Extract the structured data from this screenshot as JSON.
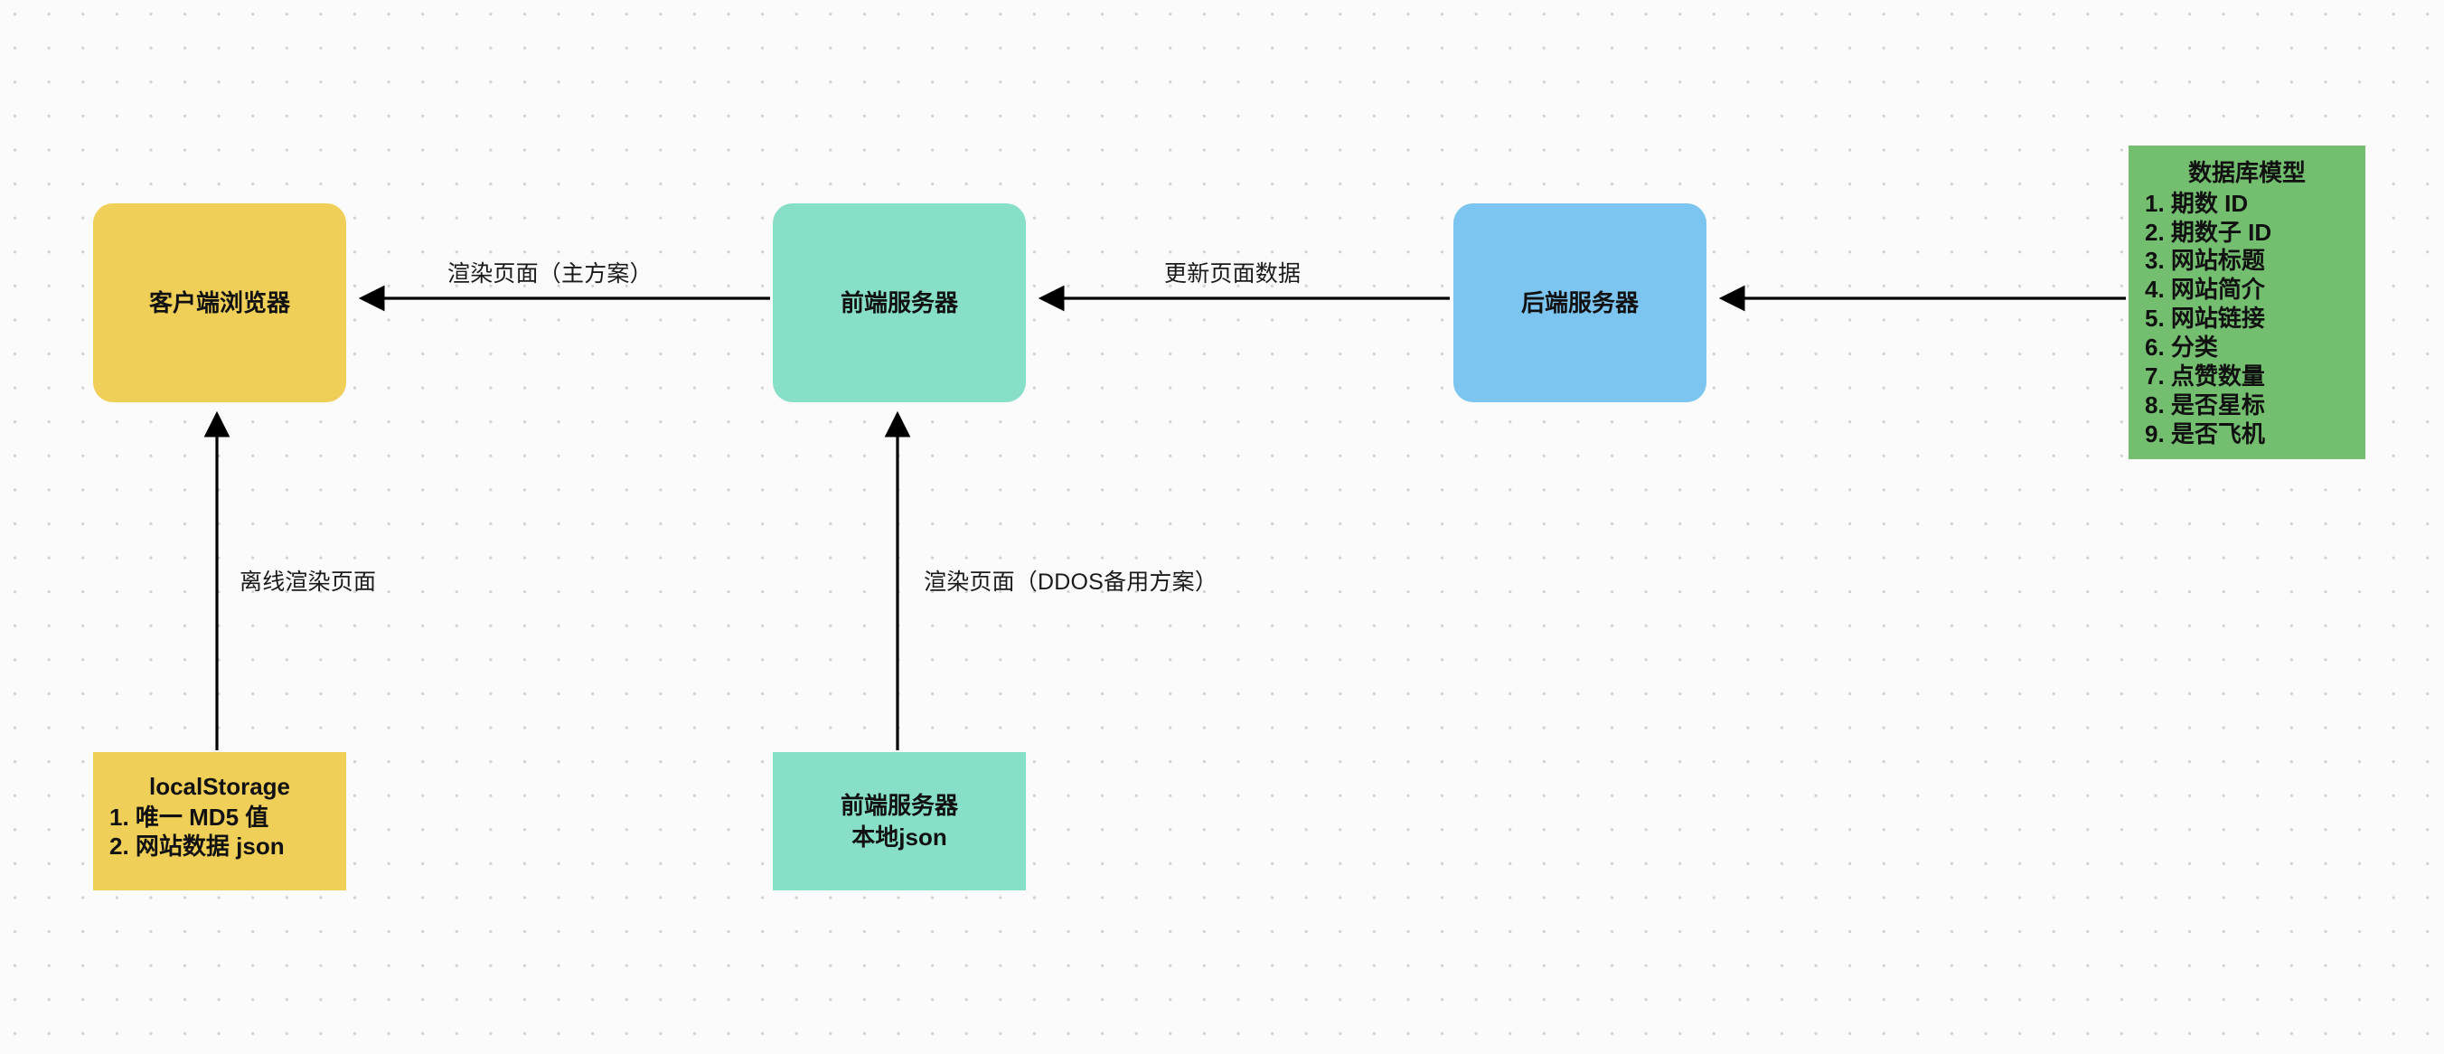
{
  "diagram": {
    "title_present": false,
    "colors": {
      "client": "#EFCF57",
      "frontend": "#87DFC8",
      "backend": "#7CC5F0",
      "database": "#74BF6F",
      "edge": "#000000",
      "canvas": "#fbfbfb",
      "dot_grid": "#d2d2d2"
    },
    "nodes": {
      "client_browser": {
        "label": "客户端浏览器"
      },
      "frontend_server": {
        "label": "前端服务器"
      },
      "backend_server": {
        "label": "后端服务器"
      },
      "local_storage": {
        "heading": "localStorage",
        "items": [
          "1. 唯一 MD5 值",
          "2. 网站数据 json"
        ]
      },
      "frontend_local_json": {
        "label": "前端服务器\n本地json"
      },
      "database_model": {
        "heading": "数据库模型",
        "items": [
          "1. 期数 ID",
          "2. 期数子 ID",
          "3. 网站标题",
          "4. 网站简介",
          "5. 网站链接",
          "6. 分类",
          "7. 点赞数量",
          "8. 是否星标",
          "9. 是否飞机"
        ]
      }
    },
    "edges": {
      "render_page_primary": {
        "label": "渲染页面（主方案）"
      },
      "update_page_data": {
        "label": "更新页面数据"
      },
      "offline_render_page": {
        "label": "离线渲染页面"
      },
      "render_page_ddos_backup": {
        "label": "渲染页面（DDOS备用方案）"
      },
      "db_to_backend": {
        "label": ""
      }
    }
  }
}
